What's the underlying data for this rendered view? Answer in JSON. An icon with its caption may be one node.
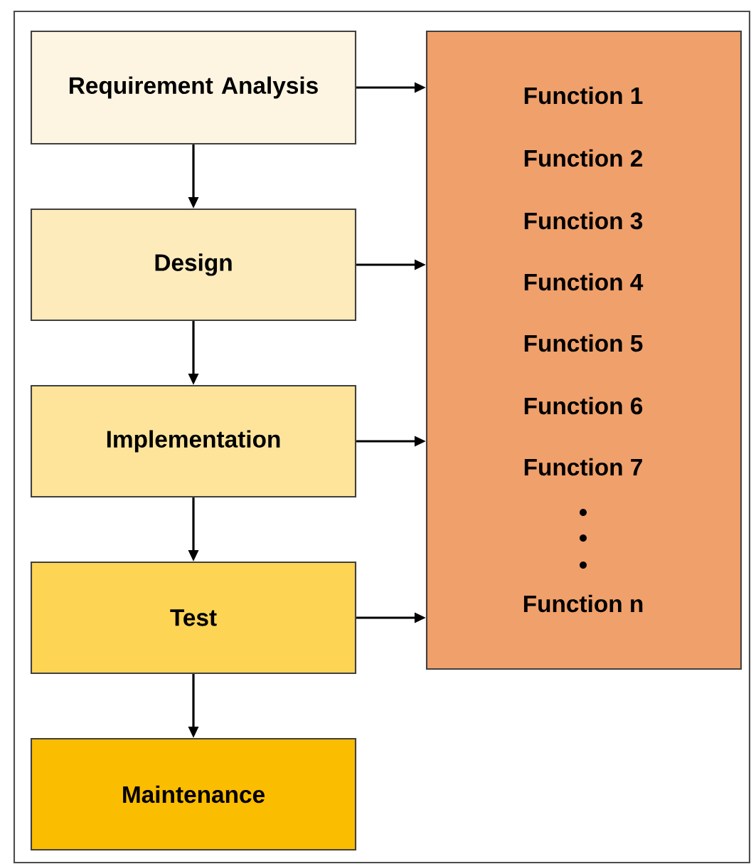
{
  "diagram": {
    "nodes": [
      {
        "text": [
          "Requirement Analysis"
        ]
      },
      {
        "text": [
          "Design"
        ]
      },
      {
        "text": [
          "Implementation"
        ]
      },
      {
        "text": [
          "Test"
        ]
      },
      {
        "text": [
          "Maintenance"
        ]
      },
      {
        "text": [
          "Function 1",
          "Function 2",
          "Function 3",
          "Function 4",
          "Function 5",
          "Function 6",
          "Function 7",
          "Function n"
        ]
      }
    ],
    "edges": [
      {
        "from": 0,
        "to": 1,
        "arrow": "to"
      },
      {
        "from": 1,
        "to": 2,
        "arrow": "to"
      },
      {
        "from": 2,
        "to": 3,
        "arrow": "to"
      },
      {
        "from": 3,
        "to": 4,
        "arrow": "to"
      },
      {
        "from": 0,
        "to": 5,
        "arrow": "to"
      },
      {
        "from": 1,
        "to": 5,
        "arrow": "to"
      },
      {
        "from": 2,
        "to": 5,
        "arrow": "to"
      },
      {
        "from": 3,
        "to": 5,
        "arrow": "to"
      }
    ]
  }
}
